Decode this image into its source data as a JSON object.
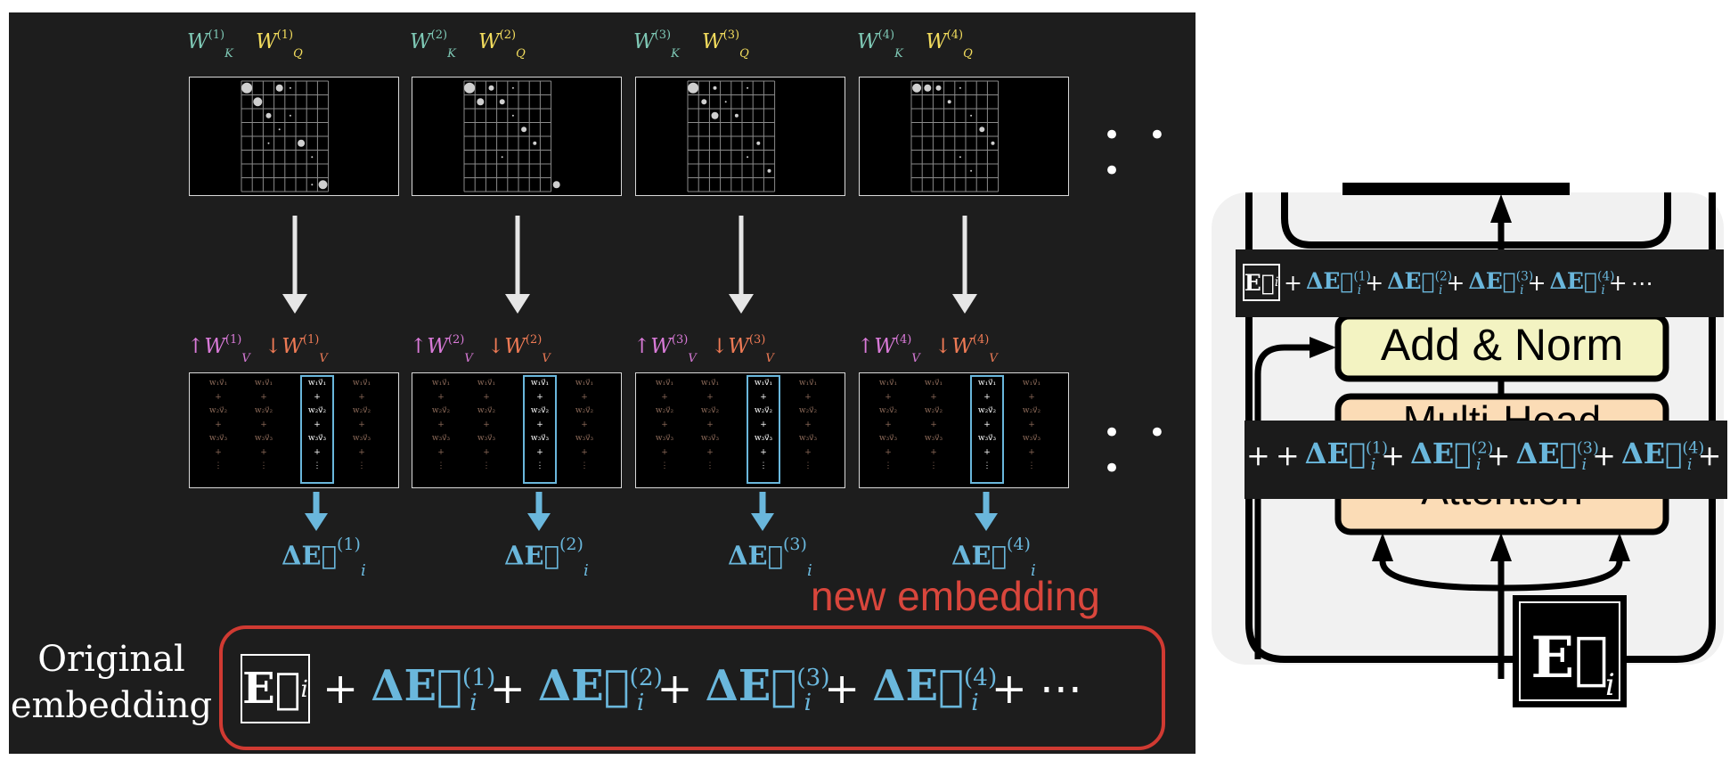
{
  "heads": [
    {
      "wk": "W",
      "wk_sub": "K",
      "wk_sup": "(1)",
      "wq": "W",
      "wq_sub": "Q",
      "wq_sup": "(1)",
      "vu": "↑W",
      "vu_sub": "V",
      "vu_sup": "(1)",
      "vd": "↓W",
      "vd_sub": "V",
      "vd_sup": "(1)",
      "delta": "ΔE⃗",
      "delta_sub": "i",
      "delta_sup": "(1)"
    },
    {
      "wk": "W",
      "wk_sub": "K",
      "wk_sup": "(2)",
      "wq": "W",
      "wq_sub": "Q",
      "wq_sup": "(2)",
      "vu": "↑W",
      "vu_sub": "V",
      "vu_sup": "(2)",
      "vd": "↓W",
      "vd_sub": "V",
      "vd_sup": "(2)",
      "delta": "ΔE⃗",
      "delta_sub": "i",
      "delta_sup": "(2)"
    },
    {
      "wk": "W",
      "wk_sub": "K",
      "wk_sup": "(3)",
      "wq": "W",
      "wq_sub": "Q",
      "wq_sup": "(3)",
      "vu": "↑W",
      "vu_sub": "V",
      "vu_sup": "(3)",
      "vd": "↓W",
      "vd_sub": "V",
      "vd_sup": "(3)",
      "delta": "ΔE⃗",
      "delta_sub": "i",
      "delta_sup": "(3)"
    },
    {
      "wk": "W",
      "wk_sub": "K",
      "wk_sup": "(4)",
      "wq": "W",
      "wq_sub": "Q",
      "wq_sup": "(4)",
      "vu": "↑W",
      "vu_sub": "V",
      "vu_sup": "(4)",
      "vd": "↓W",
      "vd_sub": "V",
      "vd_sup": "(4)",
      "delta": "ΔE⃗",
      "delta_sub": "i",
      "delta_sup": "(4)"
    }
  ],
  "ellipsis": "• • •",
  "new_embedding_label": "new embedding",
  "original_label_line1": "Original",
  "original_label_line2": "embedding",
  "sum": {
    "base": "E⃗",
    "base_sub": "i",
    "plus": "+",
    "delta": "ΔE⃗",
    "delta_sub": "i",
    "sups": [
      "(1)",
      "(2)",
      "(3)",
      "(4)"
    ],
    "dots": "⋯"
  },
  "value_cells": {
    "cols": [
      "w₁v⃗₁",
      "w₁v⃗₁",
      "w₁v⃗₁",
      "w₁v⃗₁"
    ],
    "rows": [
      "w₁v⃗₁",
      "+",
      "w₂v⃗₂",
      "+",
      "w₃v⃗₃",
      "+",
      "⋮"
    ]
  },
  "right": {
    "add_norm": "Add & Norm",
    "attention_line1": "Multi-Head",
    "attention_line2": "Attention",
    "colors": {
      "panel": "#f1f1f1",
      "add_norm": "#f3f3c2",
      "attention": "#fbdcb6"
    }
  },
  "colors": {
    "key": "#7ec8b5",
    "query": "#f2dc5d",
    "value_up": "#d97ad8",
    "value_down": "#ee7a55",
    "delta": "#6ab7dc",
    "highlight": "#d03a32"
  }
}
